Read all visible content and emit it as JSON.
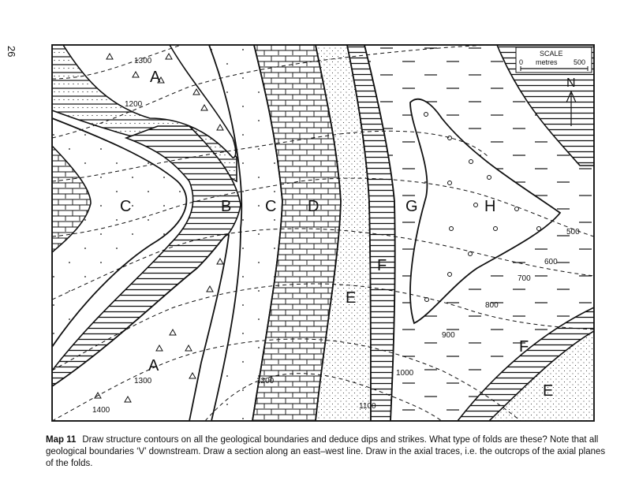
{
  "page_number": "26",
  "map": {
    "units": [
      "A",
      "B",
      "C",
      "D",
      "E",
      "F",
      "G",
      "H"
    ],
    "unit_labels": {
      "a_top": "A",
      "a_bottom": "A",
      "c_left": "C",
      "b": "B",
      "c_mid": "C",
      "d": "D",
      "g": "G",
      "h": "H",
      "f_mid": "F",
      "e_mid": "E",
      "f_right": "F",
      "e_right": "E"
    },
    "contours": {
      "c1300_top": "1300",
      "c1200_top": "1200",
      "c1300_bottom": "1300",
      "c1400_bottom": "1400",
      "c1200_mid": "1200",
      "c1100": "1100",
      "c1000": "1000",
      "c900": "900",
      "c800": "800",
      "c700": "700",
      "c600": "600",
      "c500": "500"
    },
    "scale": {
      "title": "SCALE",
      "zero": "0",
      "unit": "metres",
      "max": "500"
    },
    "north_label": "N"
  },
  "caption": {
    "title": "Map 11",
    "text": "Draw structure contours on all the geological boundaries and deduce dips and strikes. What type of folds are these? Note that all geological boundaries ‘V’ downstream. Draw a section along an east–west line. Draw in the axial traces, i.e. the outcrops of the axial planes of the folds."
  }
}
